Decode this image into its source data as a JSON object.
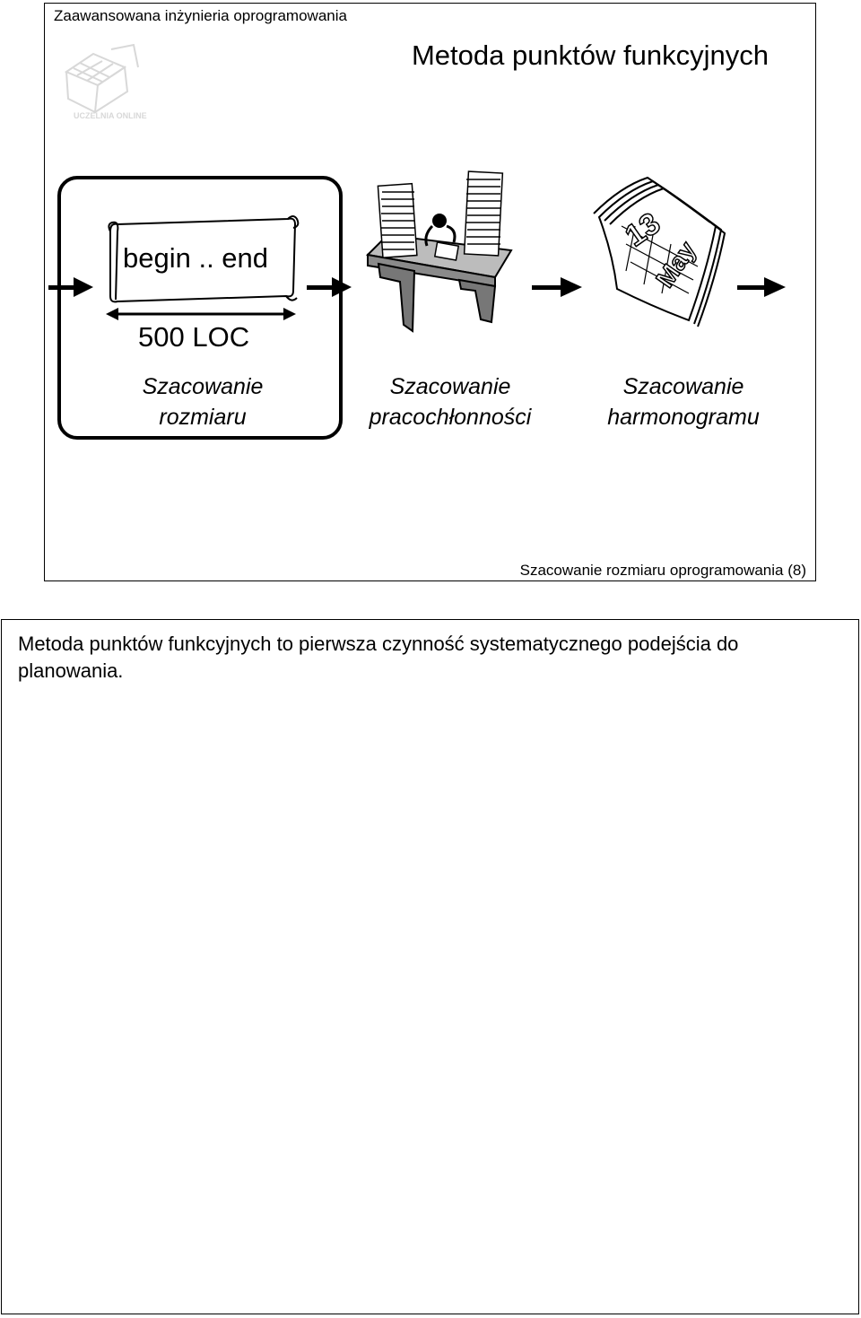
{
  "slide": {
    "course": "Zaawansowana inżynieria oprogramowania",
    "title": "Metoda punktów funkcyjnych",
    "code_text": "begin .. end",
    "size_value": "500 LOC",
    "steps": [
      {
        "line1": "Szacowanie",
        "line2": "rozmiaru"
      },
      {
        "line1": "Szacowanie",
        "line2": "pracochłonności"
      },
      {
        "line1": "Szacowanie",
        "line2": "harmonogramu"
      }
    ],
    "calendar_day": "13",
    "calendar_month": "May",
    "footer": "Szacowanie rozmiaru oprogramowania (8)",
    "logo_text": "UCZELNIA ONLINE"
  },
  "notes": {
    "text": "Metoda punktów funkcyjnych to pierwsza czynność systematycznego podejścia do planowania."
  }
}
